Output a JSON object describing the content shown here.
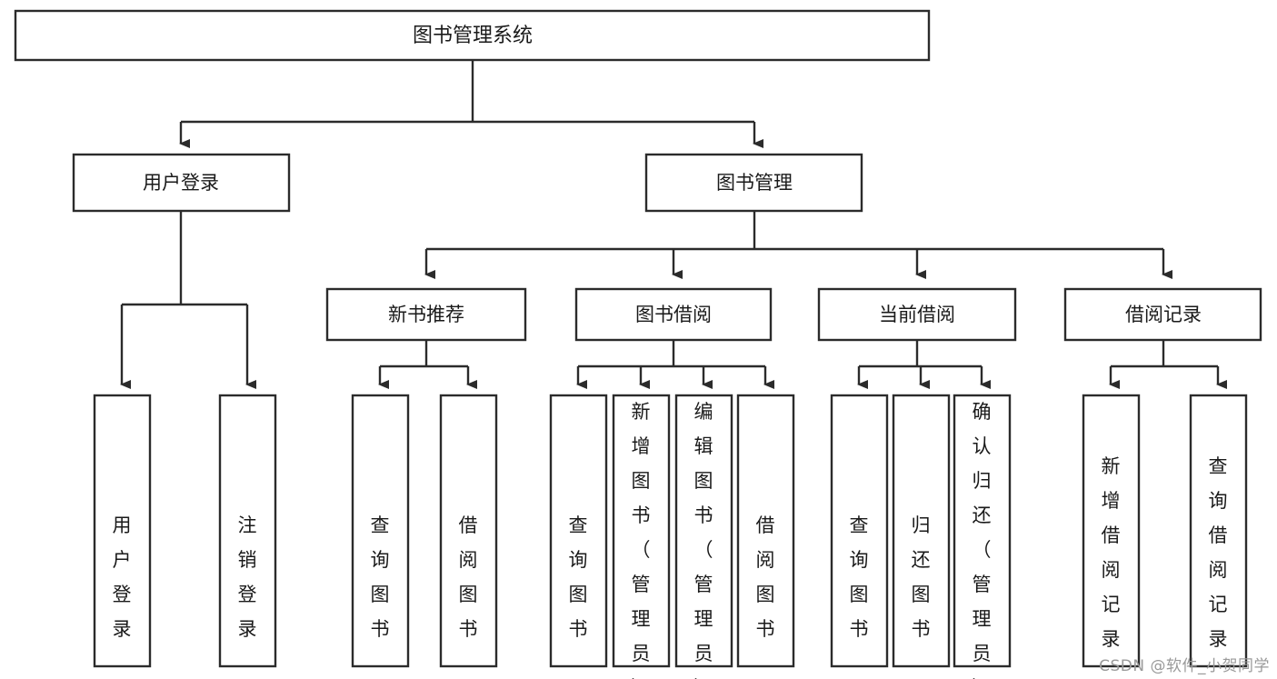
{
  "diagram": {
    "type": "tree-hierarchy",
    "title": "图书管理系统",
    "watermark": "CSDN @软件_小贺同学",
    "colors": {
      "box_stroke": "#2b2b2b",
      "box_fill": "#ffffff",
      "text": "#1a1a1a",
      "connector": "#2b2b2b",
      "background": "#ffffff",
      "watermark": "#9a9a9a"
    },
    "root": {
      "label": "图书管理系统"
    },
    "level2": [
      {
        "label": "用户登录"
      },
      {
        "label": "图书管理"
      }
    ],
    "level3": [
      {
        "label": "新书推荐"
      },
      {
        "label": "图书借阅"
      },
      {
        "label": "当前借阅"
      },
      {
        "label": "借阅记录"
      }
    ],
    "leaves": {
      "user_login": [
        {
          "label": "用户登录"
        },
        {
          "label": "注销登录"
        }
      ],
      "new_book_recommend": [
        {
          "label": "查询图书"
        },
        {
          "label": "借阅图书"
        }
      ],
      "book_borrow": [
        {
          "label": "查询图书"
        },
        {
          "label": "新增图书（管理员）"
        },
        {
          "label": "编辑图书（管理员）"
        },
        {
          "label": "借阅图书"
        }
      ],
      "current_borrow": [
        {
          "label": "查询图书"
        },
        {
          "label": "归还图书"
        },
        {
          "label": "确认归还（管理员）"
        }
      ],
      "borrow_record": [
        {
          "label": "新增借阅记录"
        },
        {
          "label": "查询借阅记录"
        }
      ]
    }
  }
}
